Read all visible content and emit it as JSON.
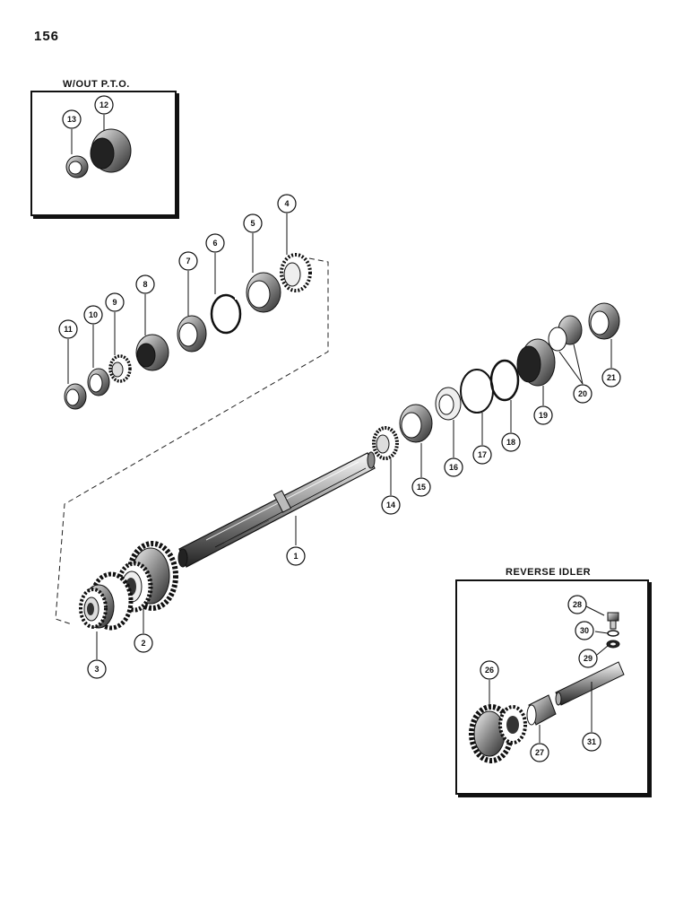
{
  "page": {
    "number": "156"
  },
  "insets": {
    "pto": {
      "title": "W/OUT P.T.O."
    },
    "idler": {
      "title": "REVERSE IDLER"
    }
  },
  "callouts": [
    "1",
    "2",
    "3",
    "4",
    "5",
    "6",
    "7",
    "8",
    "9",
    "10",
    "11",
    "12",
    "13",
    "14",
    "15",
    "16",
    "17",
    "18",
    "19",
    "20",
    "21",
    "26",
    "27",
    "28",
    "29",
    "30",
    "31"
  ]
}
